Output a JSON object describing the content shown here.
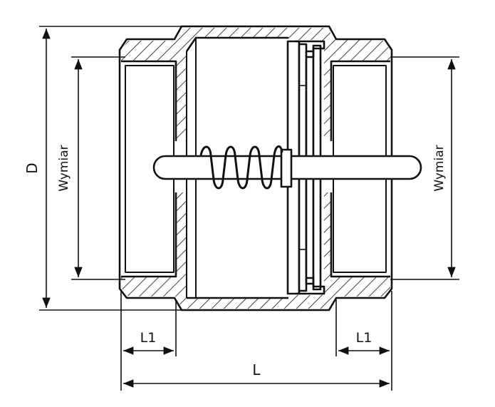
{
  "labels": {
    "d": "D",
    "wymiar_left": "Wymiar",
    "wymiar_right": "Wymiar",
    "l1_left": "L1",
    "l1_right": "L1",
    "l": "L"
  },
  "colors": {
    "line": "#111111",
    "background": "#ffffff"
  }
}
